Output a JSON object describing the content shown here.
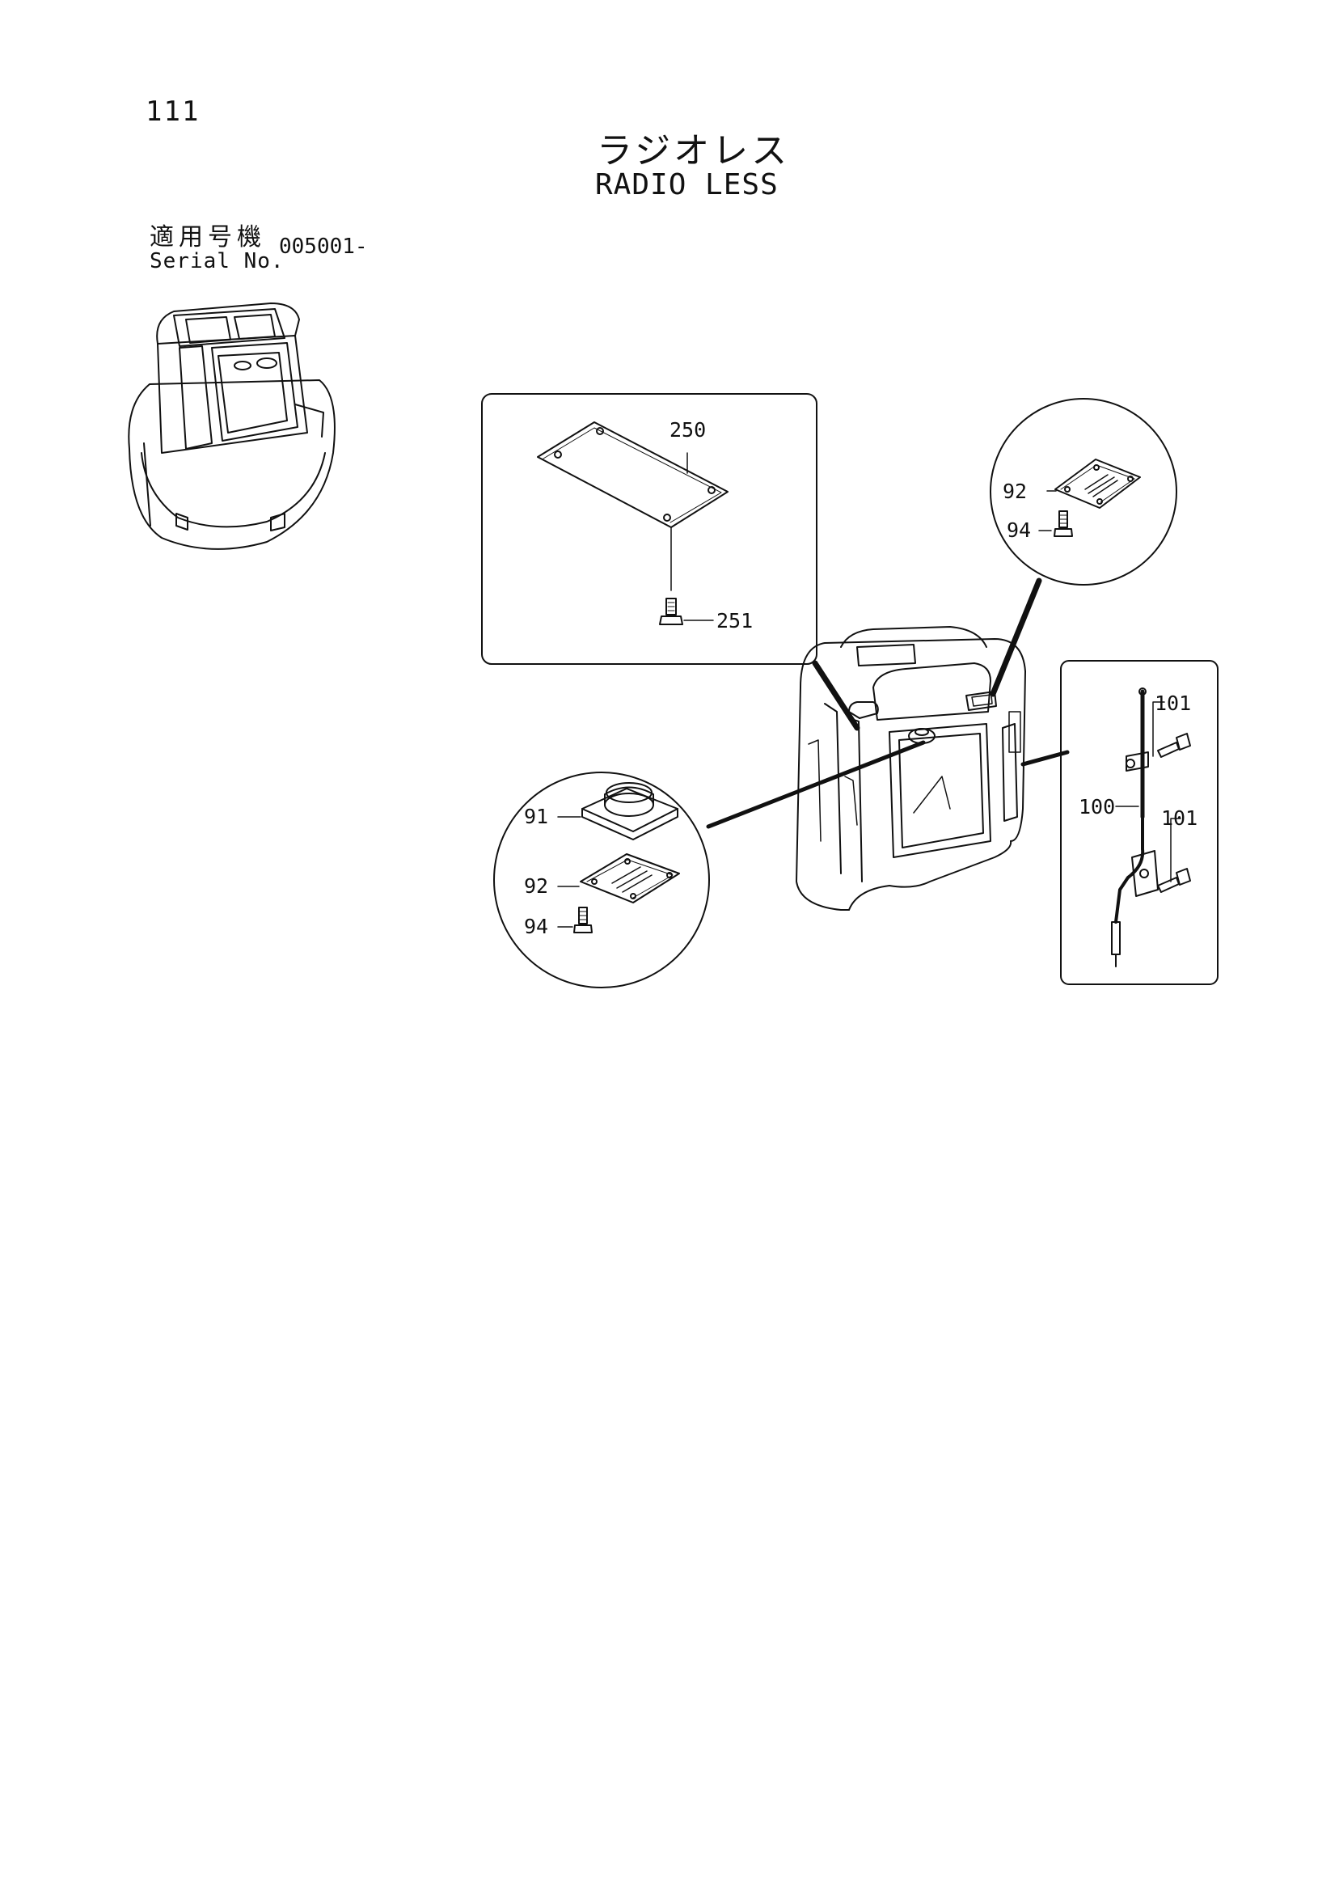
{
  "page": {
    "number": "111"
  },
  "title": {
    "ja": "ラジオレス",
    "en": "RADIO LESS"
  },
  "serial": {
    "label_ja": "適用号機",
    "label_en": "Serial No.",
    "value": "005001-"
  },
  "callouts": {
    "c250": "250",
    "c251": "251",
    "c92_top": "92",
    "c94_top": "94",
    "c91": "91",
    "c92_left": "92",
    "c94_left": "94",
    "c101_top": "101",
    "c100": "100",
    "c101_bottom": "101"
  }
}
